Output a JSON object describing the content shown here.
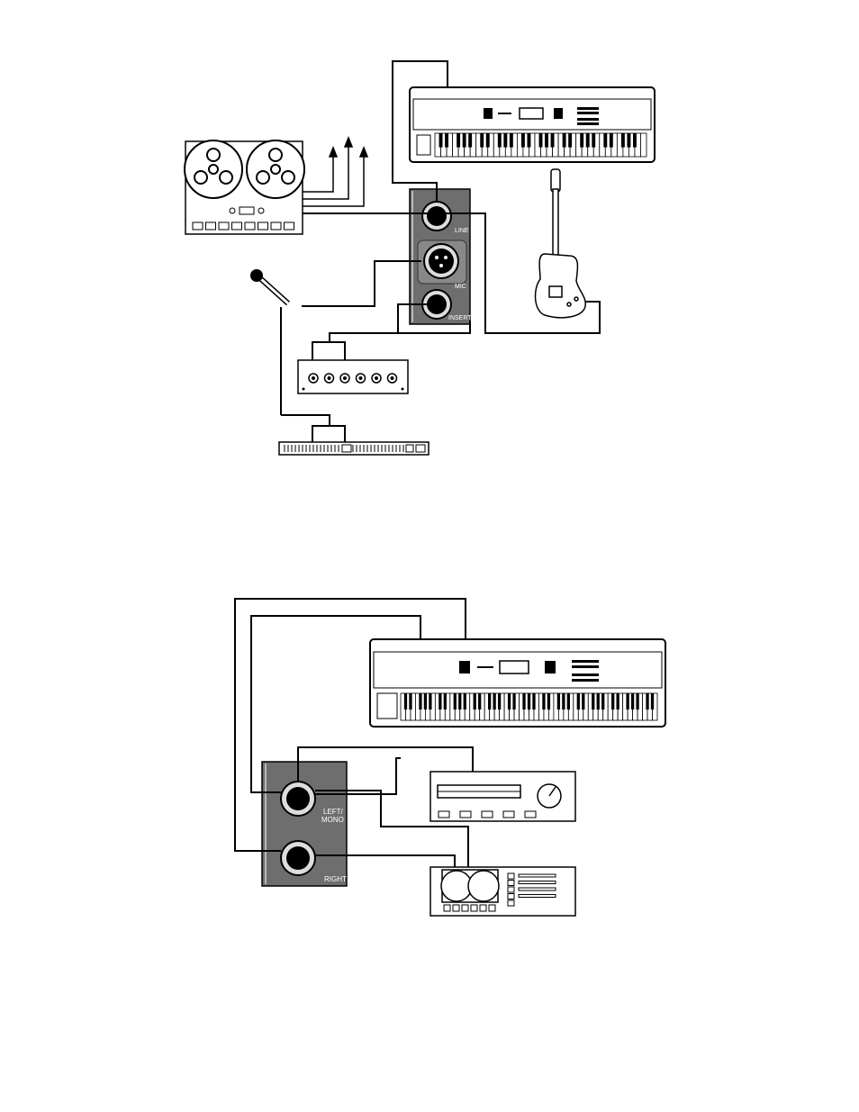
{
  "diagram_top": {
    "panel_labels": {
      "line": "LINE",
      "mic": "MIC",
      "insert": "INSERT"
    }
  },
  "diagram_bottom": {
    "panel_labels": {
      "left_mono_1": "LEFT/",
      "left_mono_2": "MONO",
      "right": "RIGHT"
    }
  }
}
